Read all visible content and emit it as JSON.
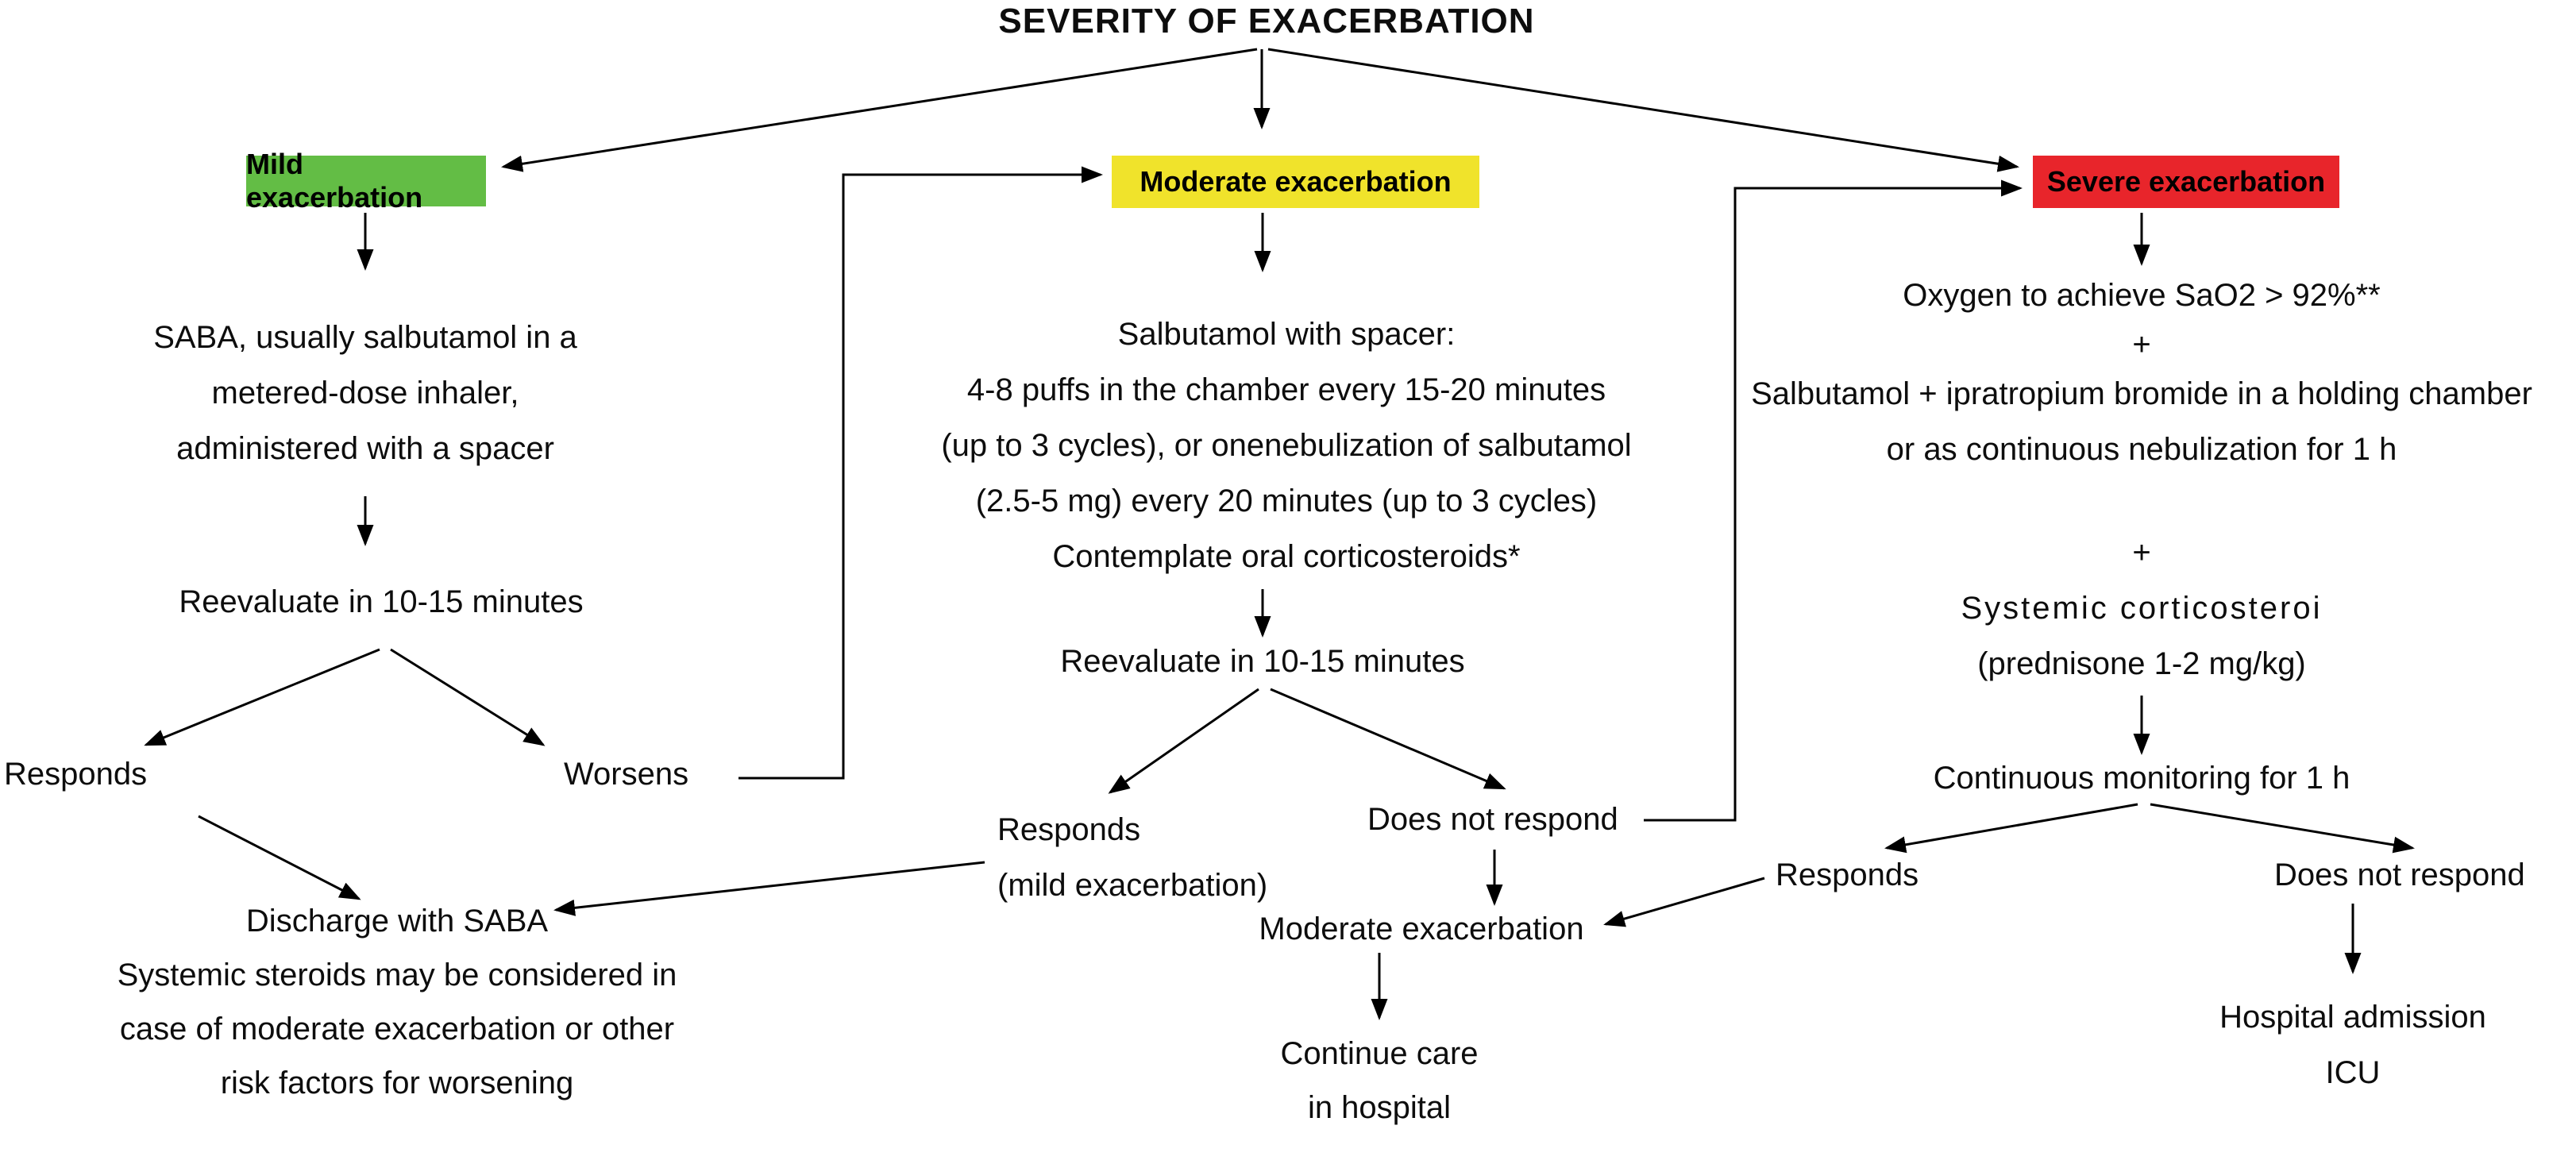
{
  "title": "SEVERITY OF EXACERBATION",
  "boxes": {
    "mild": {
      "label": "Mild exacerbation",
      "color": "#63bd45"
    },
    "moderate": {
      "label": "Moderate exacerbation",
      "color": "#f0e32b"
    },
    "severe": {
      "label": "Severe exacerbation",
      "color": "#e8252b"
    }
  },
  "mild_branch": {
    "treatment_lines": [
      "SABA, usually salbutamol in a",
      "metered-dose inhaler,",
      "administered with a spacer"
    ],
    "reevaluate": "Reevaluate in 10-15 minutes",
    "responds": "Responds",
    "worsens": "Worsens",
    "discharge_lines": [
      "Discharge with SABA",
      "Systemic steroids may be considered in",
      "case of moderate exacerbation or other",
      "risk factors for worsening"
    ]
  },
  "moderate_branch": {
    "treatment_lines": [
      "Salbutamol with spacer:",
      "4-8 puffs in the chamber every 15-20 minutes",
      "(up to 3 cycles), or onenebulization of salbutamol",
      "(2.5-5 mg) every 20 minutes (up to 3 cycles)",
      "Contemplate oral corticosteroids*"
    ],
    "reevaluate": "Reevaluate in 10-15 minutes",
    "responds_lines": [
      "Responds",
      "(mild exacerbation)"
    ],
    "does_not_respond": "Does not respond",
    "downgrade": "Moderate exacerbation",
    "continue_lines": [
      "Continue care",
      "in hospital"
    ]
  },
  "severe_branch": {
    "oxygen": "Oxygen to achieve SaO2 > 92%**",
    "plus": "+",
    "bronchodilator_lines": [
      "Salbutamol + ipratropium bromide in a holding chamber",
      "or as continuous nebulization for 1 h"
    ],
    "steroid_lines": [
      "Systemic corticosteroi",
      "(prednisone 1-2 mg/kg)"
    ],
    "monitoring": "Continuous monitoring for 1 h",
    "responds": "Responds",
    "does_not_respond": "Does not respond",
    "admission_lines": [
      "Hospital admission",
      "ICU"
    ]
  }
}
